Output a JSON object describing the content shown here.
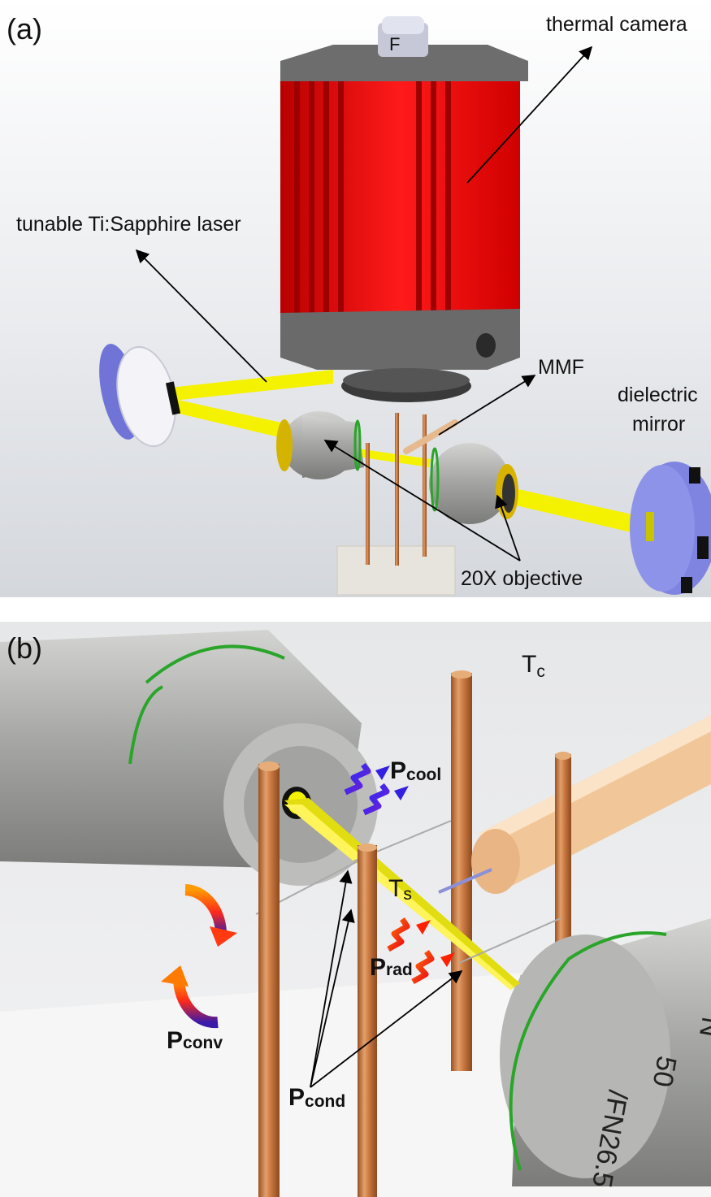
{
  "panel_a": {
    "panel_label": "(a)",
    "labels": {
      "camera_badge": "F",
      "thermal_camera": "thermal camera",
      "laser": "tunable Ti:Sapphire laser",
      "mmf": "MMF",
      "dielectric_mirror_line1": "dielectric",
      "dielectric_mirror_line2": "mirror",
      "objective": "20X objective"
    }
  },
  "panel_b": {
    "panel_label": "(b)",
    "labels": {
      "tc_main": "T",
      "tc_sub": "c",
      "ts_main": "T",
      "ts_sub": "s",
      "pcool_main": "P",
      "pcool_sub": "cool",
      "prad_main": "P",
      "prad_sub": "rad",
      "pconv_main": "P",
      "pconv_sub": "conv",
      "pcond_main": "P",
      "pcond_sub": "cond",
      "objective_text": "/FN26.5",
      "objective_text2": "50",
      "objective_text3": "N"
    }
  },
  "colors": {
    "laser": "#f5f200",
    "camera_body": "#e81010",
    "camera_cap": "#6f6f6f",
    "copper": "#c9773f",
    "mirror": "#8a8ee0",
    "objective": "#a9aaa8",
    "green_ring": "#2aa52a"
  }
}
